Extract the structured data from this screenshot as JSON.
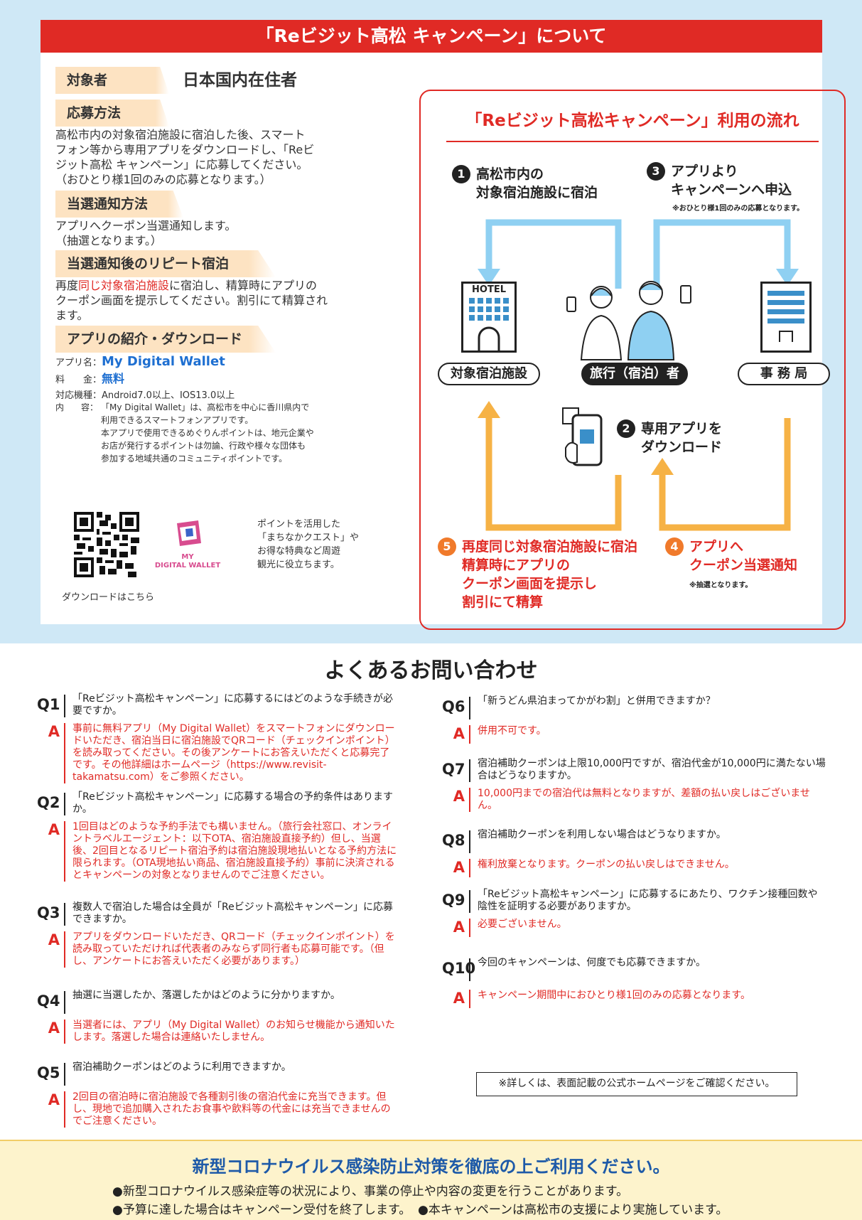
{
  "header": {
    "title": "「Reビジット高松 キャンペーン」について"
  },
  "left": {
    "target_label": "対象者",
    "target_value": "日本国内在住者",
    "apply_label": "応募方法",
    "apply_text": [
      "高松市内の対象宿泊施設に宿泊した後、スマート",
      "フォン等から専用アプリをダウンロードし、「Reビ",
      "ジット高松 キャンペーン」に応募してください。",
      "（おひとり様1回のみの応募となります。）"
    ],
    "notice_label": "当選通知方法",
    "notice_text": [
      "アプリへクーポン当選通知します。",
      "（抽選となります。）"
    ],
    "repeat_label": "当選通知後のリピート宿泊",
    "repeat_pre": "再度",
    "repeat_red": "同じ対象宿泊施設",
    "repeat_post": "に宿泊し、精算時にアプリの",
    "repeat_text": [
      "クーポン画面を提示してください。割引にて精算され",
      "ます。"
    ],
    "app_label": "アプリの紹介・ダウンロード",
    "app_name_key": "アプリ名：",
    "app_name": "My Digital Wallet",
    "fee_key": "料　　金：",
    "fee": "無料",
    "os_key": "対応機種：",
    "os": "Android7.0以上、IOS13.0以上",
    "desc_key": "内　　容：",
    "desc": [
      "「My Digital Wallet」は、高松市を中心に香川県内で",
      "利用できるスマートフォンアプリです。",
      "本アプリで使用できるめぐりんポイントは、地元企業や",
      "お店が発行するポイントは勿論、行政や様々な団体も",
      "参加する地域共通のコミュニティポイントです。"
    ],
    "logo_line1": "MY",
    "logo_line2": "DIGITAL WALLET",
    "point_text": [
      "ポイントを活用した",
      "「まちなかクエスト」や",
      "お得な特典など周遊",
      "観光に役立ちます。"
    ],
    "download": "ダウンロードはこちら"
  },
  "flow": {
    "title": "「Reビジット高松キャンペーン」利用の流れ",
    "s1_num": "1",
    "s1": [
      "高松市内の",
      "対象宿泊施設に宿泊"
    ],
    "s3_num": "3",
    "s3": [
      "アプリより",
      "キャンペーンへ申込"
    ],
    "s3_note": "※おひとり様1回のみの応募となります。",
    "hotel_sign": "HOTEL",
    "pill_facility": "対象宿泊施設",
    "pill_traveler": "旅行（宿泊）者",
    "pill_office": "事 務 局",
    "s2_num": "2",
    "s2": [
      "専用アプリを",
      "ダウンロード"
    ],
    "s5_num": "5",
    "s5": [
      "再度同じ対象宿泊施設に宿泊",
      "精算時にアプリの",
      "クーポン画面を提示し",
      "割引にて精算"
    ],
    "s4_num": "4",
    "s4": [
      "アプリへ",
      "クーポン当選通知"
    ],
    "s4_note": "※抽選となります。"
  },
  "faq": {
    "title": "よくあるお問い合わせ",
    "items": [
      {
        "q": "Q1",
        "qt": "「Reビジット高松キャンペーン」に応募するにはどのような手続きが必要ですか。",
        "a": "事前に無料アプリ（My Digital Wallet）をスマートフォンにダウンロードいただき、宿泊当日に宿泊施設でQRコード（チェックインポイント）を読み取ってください。その後アンケートにお答えいただくと応募完了です。その他詳細はホームページ（https://www.revisit-takamatsu.com）をご参照ください。"
      },
      {
        "q": "Q2",
        "qt": "「Reビジット高松キャンペーン」に応募する場合の予約条件はありますか。",
        "a": "1回目はどのような予約手法でも構いません。（旅行会社窓口、オンライントラベルエージェント：以下OTA、宿泊施設直接予約）但し、当選後、2回目となるリピート宿泊予約は宿泊施設現地払いとなる予約方法に限られます。（OTA現地払い商品、宿泊施設直接予約）事前に決済されるとキャンペーンの対象となりませんのでご注意ください。"
      },
      {
        "q": "Q3",
        "qt": "複数人で宿泊した場合は全員が「Reビジット高松キャンペーン」に応募できますか。",
        "a": "アプリをダウンロードいただき、QRコード（チェックインポイント）を読み取っていただければ代表者のみならず同行者も応募可能です。（但し、アンケートにお答えいただく必要があります。）"
      },
      {
        "q": "Q4",
        "qt": "抽選に当選したか、落選したかはどのように分かりますか。",
        "a": "当選者には、アプリ（My Digital Wallet）のお知らせ機能から通知いたします。落選した場合は連絡いたしません。"
      },
      {
        "q": "Q5",
        "qt": "宿泊補助クーポンはどのように利用できますか。",
        "a": "2回目の宿泊時に宿泊施設で各種割引後の宿泊代金に充当できます。但し、現地で追加購入されたお食事や飲料等の代金には充当できませんのでご注意ください。"
      },
      {
        "q": "Q6",
        "qt": "「新うどん県泊まってかがわ割」と併用できますか？",
        "a": "併用不可です。"
      },
      {
        "q": "Q7",
        "qt": "宿泊補助クーポンは上限10,000円ですが、宿泊代金が10,000円に満たない場合はどうなりますか。",
        "a": "10,000円までの宿泊代は無料となりますが、差額の払い戻しはございません。"
      },
      {
        "q": "Q8",
        "qt": "宿泊補助クーポンを利用しない場合はどうなりますか。",
        "a": "権利放棄となります。クーポンの払い戻しはできません。"
      },
      {
        "q": "Q9",
        "qt": "「Reビジット高松キャンペーン」に応募するにあたり、ワクチン接種回数や陰性を証明する必要がありますか。",
        "a": "必要ございません。"
      },
      {
        "q": "Q10",
        "qt": "今回のキャンペーンは、何度でも応募できますか。",
        "a": "キャンペーン期間中におひとり様1回のみの応募となります。"
      }
    ],
    "note": "※詳しくは、表面記載の公式ホームページをご確認ください。"
  },
  "bottom": {
    "title": "新型コロナウイルス感染防止対策を徹底の上ご利用ください。",
    "l1": "●新型コロナウイルス感染症等の状況により、事業の停止や内容の変更を行うことがあります。",
    "l2a": "●予算に達した場合はキャンペーン受付を終了します。",
    "l2b": "●本キャンペーンは高松市の支援により実施しています。"
  },
  "colors": {
    "red": "#e02a25",
    "blue_arrow": "#8fd0f2",
    "orange_arrow": "#f6b245",
    "bg_blue": "#cfe8f6"
  }
}
